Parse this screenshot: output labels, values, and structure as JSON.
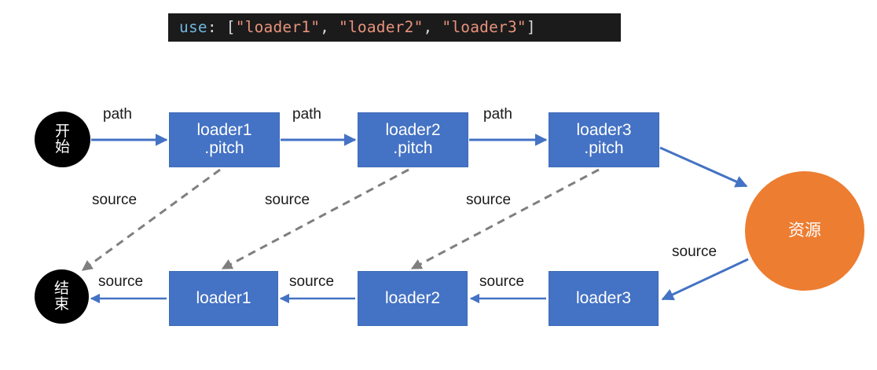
{
  "code_banner": {
    "name": "use-declaration",
    "background": "#1b1b1b",
    "key": "use",
    "colon": ":",
    "space": " ",
    "open_bracket": "[",
    "close_bracket": "]",
    "comma1": ", ",
    "comma2": ", ",
    "str1": "\"loader1\"",
    "str2": "\"loader2\"",
    "str3": "\"loader3\"",
    "full_text": "use: [\"loader1\", \"loader2\", \"loader3\"]",
    "colors": {
      "key": "#6fb7e0",
      "punct": "#d8d8d8",
      "string": "#e8927c"
    }
  },
  "colors": {
    "box_blue": "#4472c4",
    "circle_black": "#000000",
    "circle_orange": "#ed7d31",
    "arrow_blue": "#4472c4",
    "arrow_dashed_gray": "#7f7f7f",
    "label_text": "#1a1a1a",
    "node_text": "#ffffff",
    "canvas": "#ffffff"
  },
  "nodes": {
    "start": {
      "label": "开始",
      "line1": "开",
      "line2": "始",
      "shape": "circle",
      "fill": "#000000"
    },
    "end": {
      "label": "结束",
      "line1": "结",
      "line2": "束",
      "shape": "circle",
      "fill": "#000000"
    },
    "resource": {
      "label": "资源",
      "shape": "circle",
      "fill": "#ed7d31"
    },
    "top": [
      {
        "line1": "loader1",
        "line2": ".pitch",
        "shape": "rect",
        "fill": "#4472c4"
      },
      {
        "line1": "loader2",
        "line2": ".pitch",
        "shape": "rect",
        "fill": "#4472c4"
      },
      {
        "line1": "loader3",
        "line2": ".pitch",
        "shape": "rect",
        "fill": "#4472c4"
      }
    ],
    "bottom": [
      {
        "line1": "loader1",
        "shape": "rect",
        "fill": "#4472c4"
      },
      {
        "line1": "loader2",
        "shape": "rect",
        "fill": "#4472c4"
      },
      {
        "line1": "loader3",
        "shape": "rect",
        "fill": "#4472c4"
      }
    ]
  },
  "edge_labels": {
    "path1": "path",
    "path2": "path",
    "path3": "path",
    "dashed_source1": "source",
    "dashed_source2": "source",
    "dashed_source3": "source",
    "bottom_source1": "source",
    "bottom_source2": "source",
    "bottom_source3": "source",
    "resource_source": "source"
  }
}
